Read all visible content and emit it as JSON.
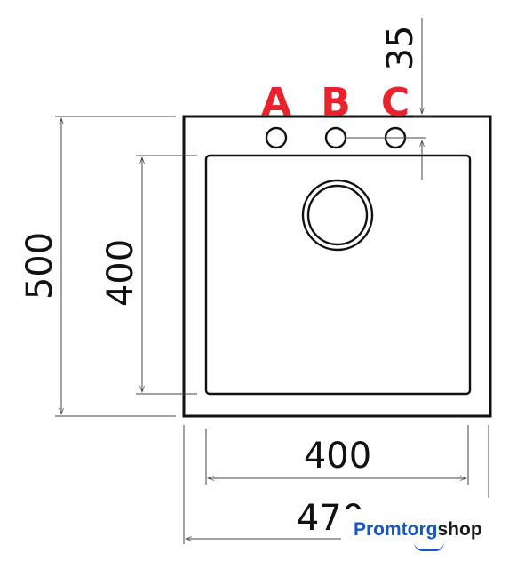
{
  "dimensions": {
    "top_offset": "35",
    "overall_height": "500",
    "bowl_height": "400",
    "bowl_width": "400",
    "overall_width": "470"
  },
  "tap_holes": {
    "a": "A",
    "b": "B",
    "c": "C",
    "label_color": "#e8232b"
  },
  "logo": {
    "part1": "Promtorg",
    "part2": "shop",
    "color_primary": "#1a55c4",
    "color_secondary": "#1a1a1a"
  }
}
